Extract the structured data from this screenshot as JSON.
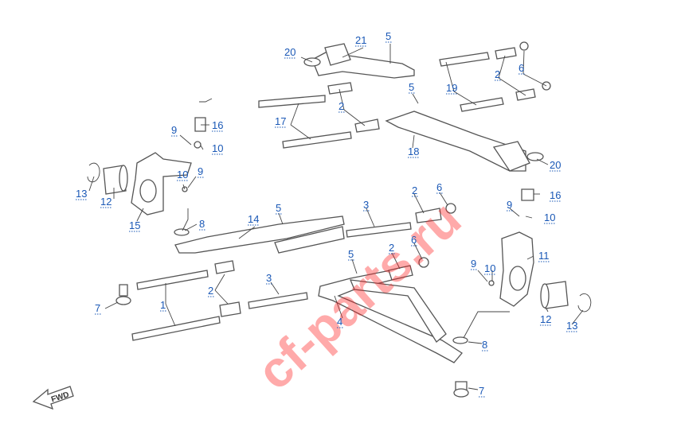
{
  "header_faint": "",
  "watermark": "cf-parts.ru",
  "fwd_label": "FWD",
  "accent_color": "#1a58b6",
  "watermark_color": "#ff2020",
  "callouts": [
    {
      "id": "c20a",
      "label": "20"
    },
    {
      "id": "c21",
      "label": "21"
    },
    {
      "id": "c5a",
      "label": "5"
    },
    {
      "id": "c2a",
      "label": "2"
    },
    {
      "id": "c6a",
      "label": "6"
    },
    {
      "id": "c19",
      "label": "19"
    },
    {
      "id": "c5b",
      "label": "5"
    },
    {
      "id": "c2b",
      "label": "2"
    },
    {
      "id": "c17",
      "label": "17"
    },
    {
      "id": "c16a",
      "label": "16"
    },
    {
      "id": "c9a",
      "label": "9"
    },
    {
      "id": "c10a",
      "label": "10"
    },
    {
      "id": "c18",
      "label": "18"
    },
    {
      "id": "c20b",
      "label": "20"
    },
    {
      "id": "c13a",
      "label": "13"
    },
    {
      "id": "c12a",
      "label": "12"
    },
    {
      "id": "c10b",
      "label": "10"
    },
    {
      "id": "c9b",
      "label": "9"
    },
    {
      "id": "c15",
      "label": "15"
    },
    {
      "id": "c8a",
      "label": "8"
    },
    {
      "id": "c14",
      "label": "14"
    },
    {
      "id": "c5c",
      "label": "5"
    },
    {
      "id": "c3a",
      "label": "3"
    },
    {
      "id": "c2c",
      "label": "2"
    },
    {
      "id": "c6b",
      "label": "6"
    },
    {
      "id": "c16b",
      "label": "16"
    },
    {
      "id": "c9c",
      "label": "9"
    },
    {
      "id": "c10c",
      "label": "10"
    },
    {
      "id": "c2d",
      "label": "2"
    },
    {
      "id": "c6c",
      "label": "6"
    },
    {
      "id": "c5d",
      "label": "5"
    },
    {
      "id": "c11",
      "label": "11"
    },
    {
      "id": "c7a",
      "label": "7"
    },
    {
      "id": "c2e",
      "label": "2"
    },
    {
      "id": "c3b",
      "label": "3"
    },
    {
      "id": "c1",
      "label": "1"
    },
    {
      "id": "c9d",
      "label": "9"
    },
    {
      "id": "c10d",
      "label": "10"
    },
    {
      "id": "c4",
      "label": "4"
    },
    {
      "id": "c12b",
      "label": "12"
    },
    {
      "id": "c13b",
      "label": "13"
    },
    {
      "id": "c8b",
      "label": "8"
    },
    {
      "id": "c7b",
      "label": "7"
    }
  ]
}
